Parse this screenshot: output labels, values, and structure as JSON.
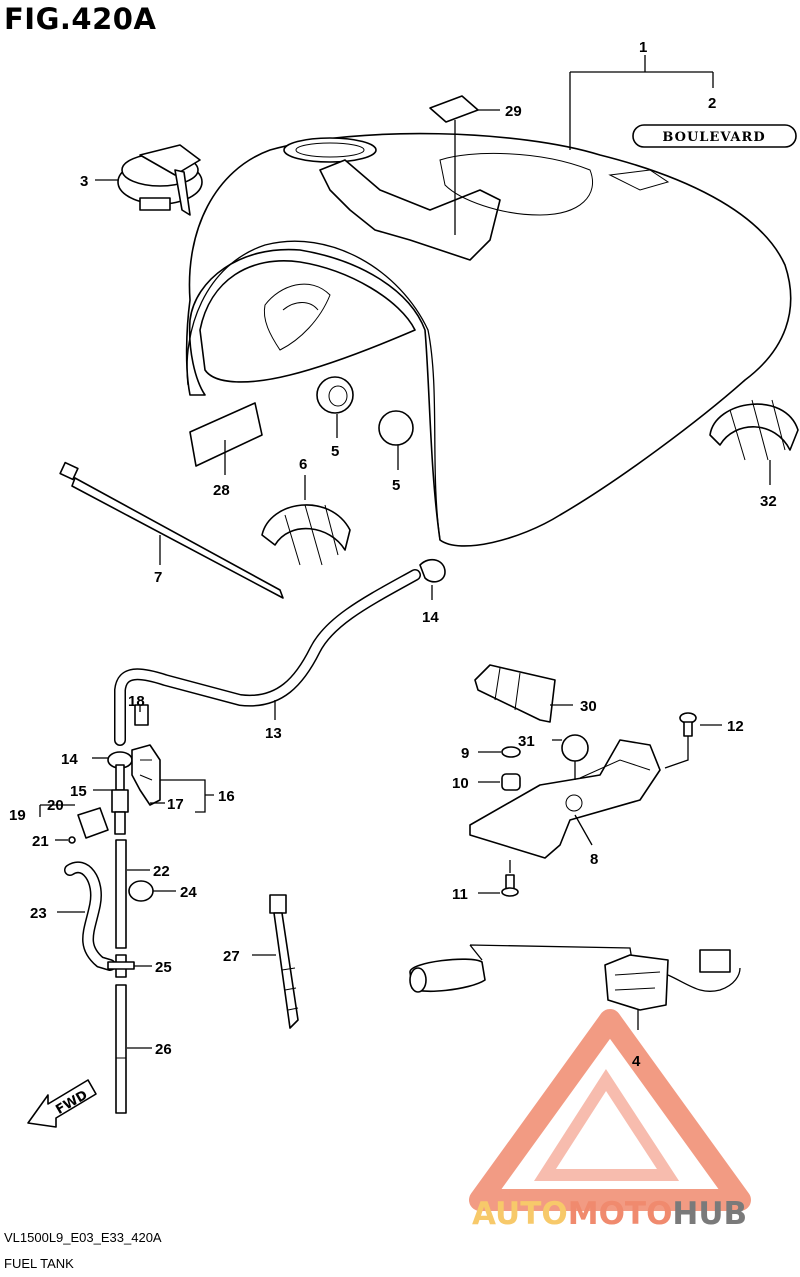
{
  "figure": {
    "title": "FIG.420A",
    "model_code": "VL1500L9_E03_E33_420A",
    "name": "FUEL TANK"
  },
  "tank_emblem": "BOULEVARD",
  "fwd_arrow_label": "FWD",
  "watermark": {
    "part1": "AUTO",
    "part2": "MOTO",
    "part3": "HUB",
    "colors": {
      "auto": "#f7c96a",
      "moto": "#f08a6e",
      "hub": "#7a7a7a",
      "triangle": "#f08a6e"
    }
  },
  "callouts": {
    "c1": "1",
    "c2": "2",
    "c3": "3",
    "c4": "4",
    "c5a": "5",
    "c5b": "5",
    "c6": "6",
    "c7": "7",
    "c8": "8",
    "c9": "9",
    "c10": "10",
    "c11": "11",
    "c12": "12",
    "c13": "13",
    "c14a": "14",
    "c14b": "14",
    "c15": "15",
    "c16": "16",
    "c17": "17",
    "c18": "18",
    "c19": "19",
    "c20": "20",
    "c21": "21",
    "c22": "22",
    "c23": "23",
    "c24": "24",
    "c25": "25",
    "c26": "26",
    "c27": "27",
    "c28": "28",
    "c29": "29",
    "c30": "30",
    "c31": "31",
    "c32": "32"
  }
}
